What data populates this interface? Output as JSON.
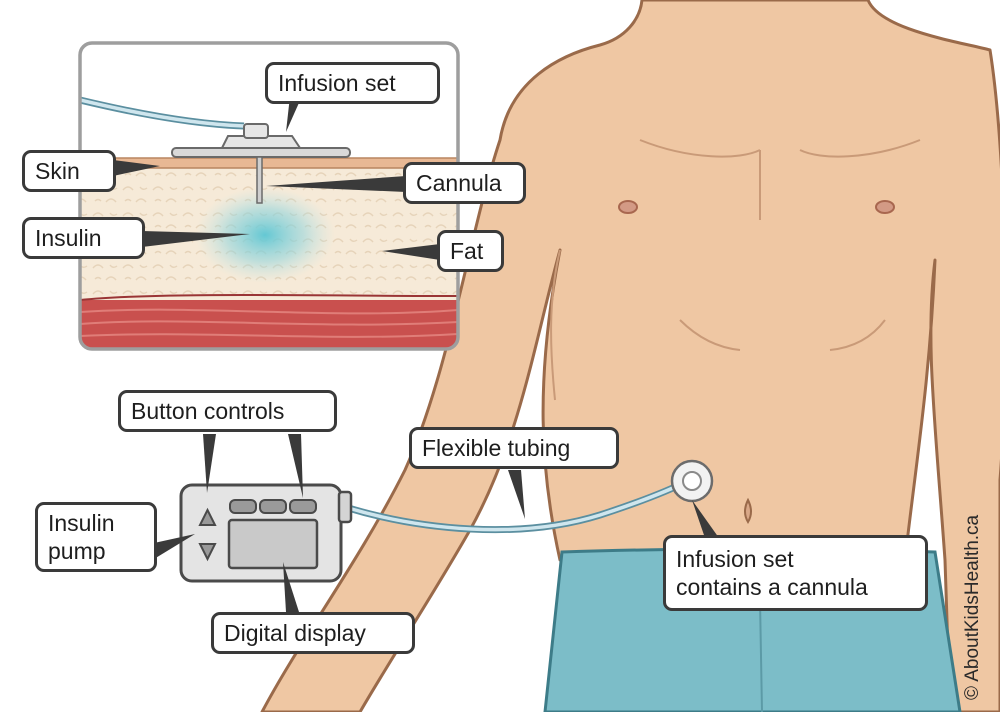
{
  "labels": {
    "infusion_set": "Infusion set",
    "skin": "Skin",
    "cannula": "Cannula",
    "insulin": "Insulin",
    "fat": "Fat",
    "button_controls": "Button controls",
    "flexible_tubing": "Flexible tubing",
    "insulin_pump_line1": "Insulin",
    "insulin_pump_line2": "pump",
    "digital_display": "Digital display",
    "infusion_set_cannula_line1": "Infusion set",
    "infusion_set_cannula_line2": "contains a cannula"
  },
  "credit": "© AboutKidsHealth.ca",
  "colors": {
    "skin_tone": "#efc7a3",
    "skin_outline": "#9a6a4a",
    "fat": "#f6ead8",
    "muscle": "#c9504e",
    "insulin_glow": "#5cc6d3",
    "shorts": "#7cbdc8",
    "tubing": "#cfe6ee",
    "pump_body": "#e4e4e4",
    "display": "#c9c9c9"
  }
}
